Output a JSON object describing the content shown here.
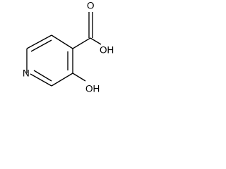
{
  "molecule": {
    "atom_labels": {
      "carbonyl_oxygen": "O",
      "hydroxyl_acid": "OH",
      "ring_nitrogen": "N",
      "phenol_hydroxyl": "OH"
    }
  },
  "colors": {
    "background": "#ffffff",
    "ink": "#000000"
  }
}
